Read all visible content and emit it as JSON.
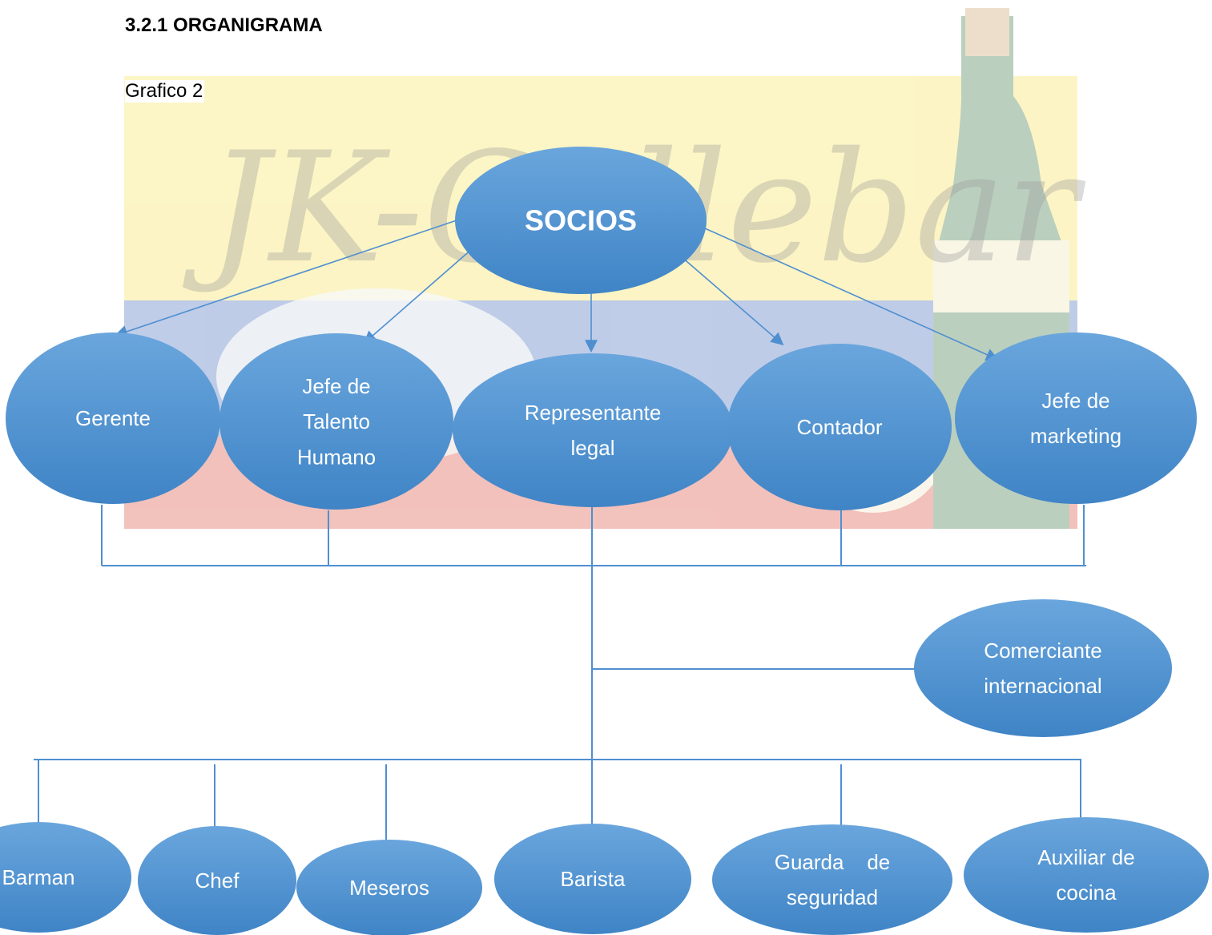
{
  "heading": "3.2.1 ORGANIGRAMA",
  "caption": "Grafico 2",
  "background": {
    "watermark_text": "JK-Cellebar"
  },
  "colors": {
    "node_fill_top": "#6aa6dd",
    "node_fill_bottom": "#3f84c6",
    "connector": "#4f8fd0",
    "label": "#ffffff"
  },
  "nodes": [
    {
      "id": "socios",
      "lines": [
        "SOCIOS"
      ],
      "bold": true
    },
    {
      "id": "gerente",
      "lines": [
        "Gerente"
      ]
    },
    {
      "id": "jefe-talento",
      "lines": [
        "Jefe de",
        "Talento",
        "Humano"
      ]
    },
    {
      "id": "representante",
      "lines": [
        "Representante",
        "legal"
      ]
    },
    {
      "id": "contador",
      "lines": [
        "Contador"
      ]
    },
    {
      "id": "jefe-marketing",
      "lines": [
        "Jefe de",
        "marketing"
      ]
    },
    {
      "id": "comerciante",
      "lines": [
        "Comerciante",
        "internacional"
      ]
    },
    {
      "id": "barman",
      "lines": [
        "Barman"
      ]
    },
    {
      "id": "chef",
      "lines": [
        "Chef"
      ]
    },
    {
      "id": "meseros",
      "lines": [
        "Meseros"
      ]
    },
    {
      "id": "barista",
      "lines": [
        "Barista"
      ]
    },
    {
      "id": "guarda",
      "lines": [
        "Guarda    de",
        "seguridad"
      ]
    },
    {
      "id": "auxiliar",
      "lines": [
        "Auxiliar de",
        "cocina"
      ]
    }
  ],
  "edges": [
    {
      "from": "socios",
      "to": "gerente",
      "kind": "arrow"
    },
    {
      "from": "socios",
      "to": "jefe-talento",
      "kind": "arrow"
    },
    {
      "from": "socios",
      "to": "representante",
      "kind": "arrow"
    },
    {
      "from": "socios",
      "to": "contador",
      "kind": "arrow"
    },
    {
      "from": "socios",
      "to": "jefe-marketing",
      "kind": "arrow"
    },
    {
      "from": "representante",
      "to": "comerciante",
      "kind": "line"
    },
    {
      "from": "representante",
      "to": "barman",
      "kind": "line"
    },
    {
      "from": "representante",
      "to": "chef",
      "kind": "line"
    },
    {
      "from": "representante",
      "to": "meseros",
      "kind": "line"
    },
    {
      "from": "representante",
      "to": "barista",
      "kind": "line"
    },
    {
      "from": "representante",
      "to": "guarda",
      "kind": "line"
    },
    {
      "from": "representante",
      "to": "auxiliar",
      "kind": "line"
    }
  ]
}
